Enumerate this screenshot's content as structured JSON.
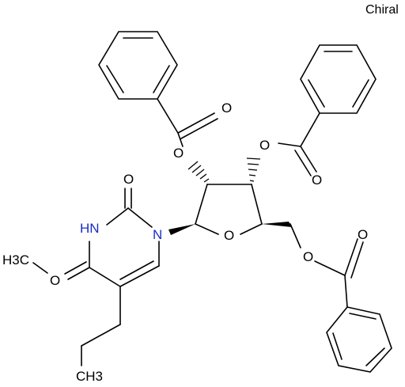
{
  "flag": "Chiral",
  "atoms": {
    "o_benz_top": "O",
    "o_ester2": "O",
    "o_ester3": "O",
    "o_benz_mid": "O",
    "o_uracil2": "O",
    "o_ring": "O",
    "n_1": "N",
    "n_h": "HN",
    "o_methoxy": "O",
    "methyl_h3c": "H3C",
    "o_ester5": "O",
    "o_benz_bot": "O",
    "ch3_term": "CH3"
  },
  "colors": {
    "carbon_oxygen": "#000000",
    "nitrogen": "#1a2dc4"
  }
}
